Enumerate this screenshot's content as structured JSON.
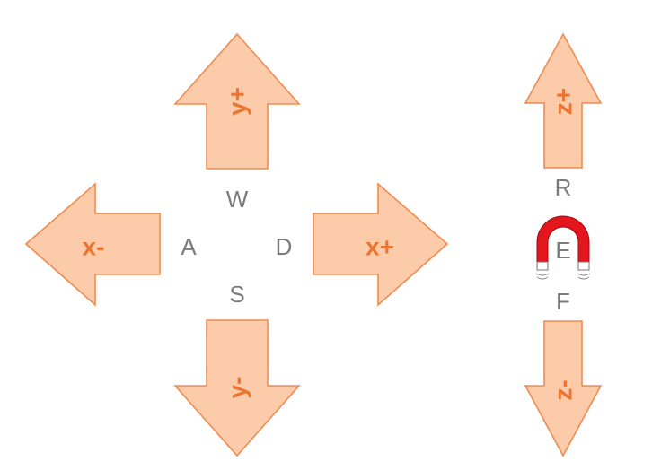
{
  "colors": {
    "arrow_fill": "#fccbaa",
    "arrow_stroke": "#f08b51",
    "arrow_text": "#ec7431",
    "key_text": "#7c7c7c",
    "magnet_red": "#e3161e",
    "magnet_pole": "#ffffff"
  },
  "arrows": {
    "y_plus": {
      "label": "y+",
      "icon": "arrow-up-icon"
    },
    "y_minus": {
      "label": "y-",
      "icon": "arrow-down-icon"
    },
    "x_minus": {
      "label": "x-",
      "icon": "arrow-left-icon"
    },
    "x_plus": {
      "label": "x+",
      "icon": "arrow-right-icon"
    },
    "z_plus": {
      "label": "z+",
      "icon": "arrow-up-icon"
    },
    "z_minus": {
      "label": "z-",
      "icon": "arrow-down-icon"
    }
  },
  "keys": {
    "w": "W",
    "a": "A",
    "s": "S",
    "d": "D",
    "r": "R",
    "e": "E",
    "f": "F"
  },
  "magnet": {
    "icon": "magnet-icon"
  }
}
